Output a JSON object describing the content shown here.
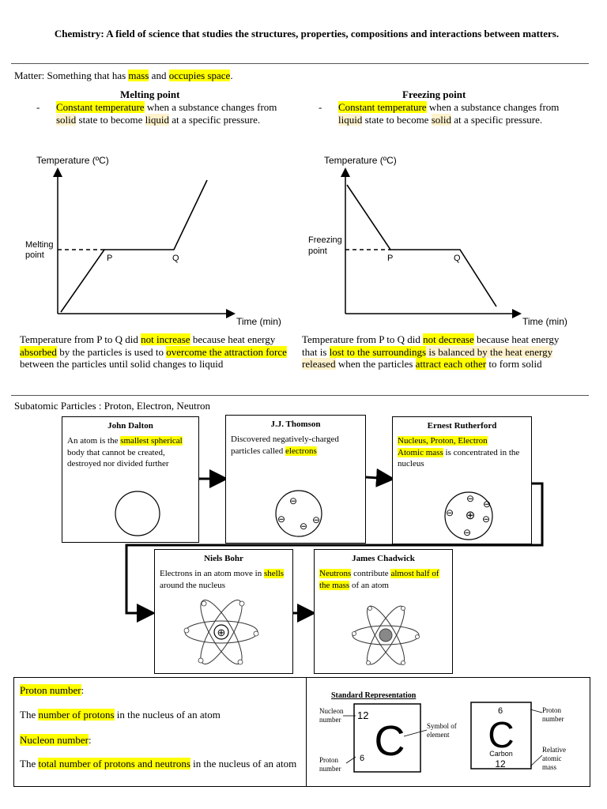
{
  "title": "Chemistry: A field of science that studies the structures, properties, compositions and interactions between matters.",
  "matter": {
    "prefix": "Matter: Something that has ",
    "mass": "mass",
    "and": " and ",
    "space": "occupies space",
    "end": "."
  },
  "melting": {
    "heading": "Melting point",
    "bullet": "-",
    "const_temp": "Constant temperature",
    "t1": " when a substance changes from ",
    "solid": "solid",
    "t2": " state to become ",
    "liquid": "liquid",
    "t3": " at a specific pressure.",
    "graph": {
      "ylabel": "Temperature (ºC)",
      "xlabel": "Time (min)",
      "point_label_1": "Melting",
      "point_label_2": "point",
      "P": "P",
      "Q": "Q"
    },
    "expl": {
      "a": "Temperature from P to Q did ",
      "b": "not increase",
      "c": " because heat energy ",
      "d": "absorbed",
      "e": " by the particles is used to ",
      "f": "overcome the attraction force",
      "g": " between the particles until solid changes to liquid"
    }
  },
  "freezing": {
    "heading": "Freezing point",
    "bullet": "-",
    "const_temp": "Constant temperature",
    "t1": " when a substance changes from ",
    "liquid": "liquid",
    "t2": " state to become ",
    "solid": "solid",
    "t3": " at a specific pressure.",
    "graph": {
      "ylabel": "Temperature (ºC)",
      "xlabel": "Time (min)",
      "point_label_1": "Freezing",
      "point_label_2": "point",
      "P": "P",
      "Q": "Q"
    },
    "expl": {
      "a": "Temperature from P to Q did ",
      "b": "not decrease",
      "c": " because heat energy that is ",
      "d": "lost to the surroundings",
      "e": " is balanced by the heat energy released",
      "f": " when the particles ",
      "g": "attract each other",
      "h": " to form solid"
    }
  },
  "subatomic": {
    "heading": "Subatomic Particles : Proton, Electron, Neutron",
    "dalton": {
      "name": "John Dalton",
      "a": "An atom is the ",
      "b": "smallest spherical",
      "c": " body that cannot be created, destroyed nor divided further"
    },
    "thomson": {
      "name": "J.J. Thomson",
      "a": "Discovered negatively-charged particles called ",
      "b": "electrons"
    },
    "rutherford": {
      "name": "Ernest Rutherford",
      "a": "Nucleus, Proton, Electron",
      "b": "Atomic mass",
      "c": " is concentrated in the nucleus"
    },
    "bohr": {
      "name": "Niels Bohr",
      "a": "Electrons in an atom move in ",
      "b": "shells",
      "c": " around the nucleus"
    },
    "chadwick": {
      "name": "James Chadwick",
      "a": "Neutrons",
      "b": " contribute ",
      "c": "almost half of the mass",
      "d": " of an atom"
    },
    "minus": "⊖",
    "plus": "⊕"
  },
  "numbers": {
    "proton_label": "Proton number",
    "colon": ":",
    "proton_def_a": "The ",
    "proton_def_b": "number of protons",
    "proton_def_c": " in the nucleus of an atom",
    "nucleon_label": "Nucleon number",
    "nucleon_def_a": "The ",
    "nucleon_def_b": "total number of protons and neutrons",
    "nucleon_def_c": " in the nucleus of an atom"
  },
  "standard": {
    "heading": "Standard Representation",
    "nucleon_number_1": "Nucleon",
    "nucleon_number_2": "number",
    "proton_number_1": "Proton",
    "proton_number_2": "number",
    "symbol_1": "Symbol of",
    "symbol_2": "element",
    "left_top": "12",
    "left_symbol": "C",
    "left_bottom": "6",
    "right_top": "6",
    "right_symbol": "C",
    "right_name": "Carbon",
    "right_bottom": "12",
    "right_proton_1": "Proton",
    "right_proton_2": "number",
    "ram_1": "Relative",
    "ram_2": "atomic",
    "ram_3": "mass"
  }
}
